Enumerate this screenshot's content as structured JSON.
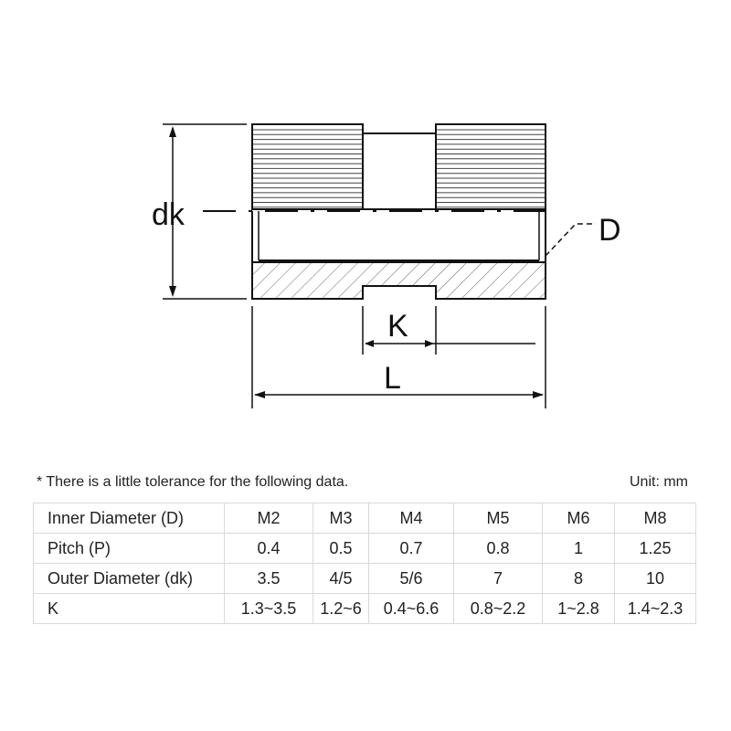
{
  "diagram": {
    "labels": {
      "dk": "dk",
      "D": "D",
      "K": "K",
      "L": "L"
    }
  },
  "note": {
    "tolerance": "* There is a little tolerance for the following data.",
    "unit": "Unit: mm"
  },
  "table": {
    "rows": [
      {
        "label": "Inner Diameter (D)",
        "values": [
          "M2",
          "M3",
          "M4",
          "M5",
          "M6",
          "M8"
        ]
      },
      {
        "label": "Pitch (P)",
        "values": [
          "0.4",
          "0.5",
          "0.7",
          "0.8",
          "1",
          "1.25"
        ]
      },
      {
        "label": "Outer Diameter (dk)",
        "values": [
          "3.5",
          "4/5",
          "5/6",
          "7",
          "8",
          "10"
        ]
      },
      {
        "label": "K",
        "values": [
          "1.3~3.5",
          "1.2~6",
          "0.4~6.6",
          "0.8~2.2",
          "1~2.8",
          "1.4~2.3"
        ]
      }
    ]
  }
}
